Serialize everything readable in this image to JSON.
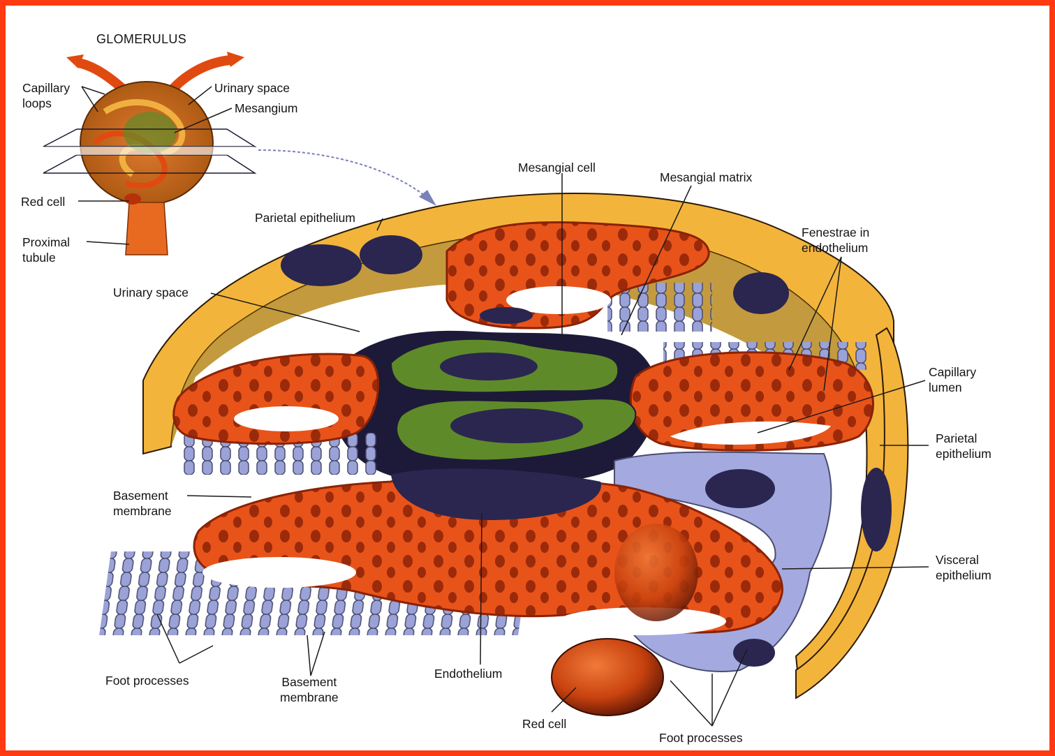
{
  "labels": {
    "glomerulus": "GLOMERULUS",
    "capillary_loops": "Capillary\nloops",
    "urinary_space_small": "Urinary space",
    "mesangium": "Mesangium",
    "red_cell_small": "Red cell",
    "proximal_tubule": "Proximal\ntubule",
    "parietal_epithelium_top": "Parietal epithelium",
    "urinary_space": "Urinary space",
    "mesangial_cell": "Mesangial cell",
    "mesangial_matrix": "Mesangial matrix",
    "fenestrae": "Fenestrae in\nendothelium",
    "capillary_lumen": "Capillary\nlumen",
    "parietal_epithelium_right": "Parietal\nepithelium",
    "basement_membrane_left": "Basement\nmembrane",
    "visceral_epithelium": "Visceral\nepithelium",
    "foot_processes_left": "Foot processes",
    "basement_membrane_bottom": "Basement\nmembrane",
    "endothelium": "Endothelium",
    "red_cell": "Red cell",
    "foot_processes_right": "Foot processes"
  },
  "colors": {
    "frame_border": "#ff3a10",
    "capsule_outer": "#f3b43c",
    "capsule_inner": "#b98a1c",
    "capillary_wall": "#e04a10",
    "capillary_dark": "#b8300a",
    "mesangial_matrix": "#5f8a2a",
    "nucleus": "#2a2650",
    "foot_process": "#9aa2d8",
    "visceral": "#a4aae0",
    "label_text": "#141414"
  }
}
